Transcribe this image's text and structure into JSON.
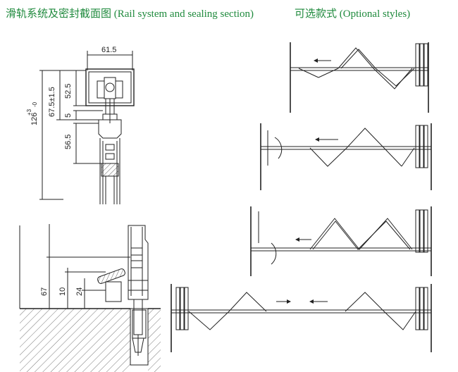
{
  "titles": {
    "left": "滑轨系统及密封截面图 (Rail system and sealing section)",
    "right": "可选款式 (Optional styles)"
  },
  "dimensions": {
    "rail_width": "61.5",
    "total_height": "126",
    "total_height_tol_sup": "+3",
    "total_height_tol_sub": "-0",
    "rail_body": "67.5±1.5",
    "rail_inner": "52.5",
    "gap": "5",
    "hang": "56.5",
    "bottom_total": "67",
    "bottom_a": "10",
    "bottom_b": "24"
  },
  "styles": [
    {
      "name": "style-1-centre-folding"
    },
    {
      "name": "style-2-swing-door-left"
    },
    {
      "name": "style-3-swing-door-right"
    },
    {
      "name": "style-4-bi-parting"
    }
  ]
}
